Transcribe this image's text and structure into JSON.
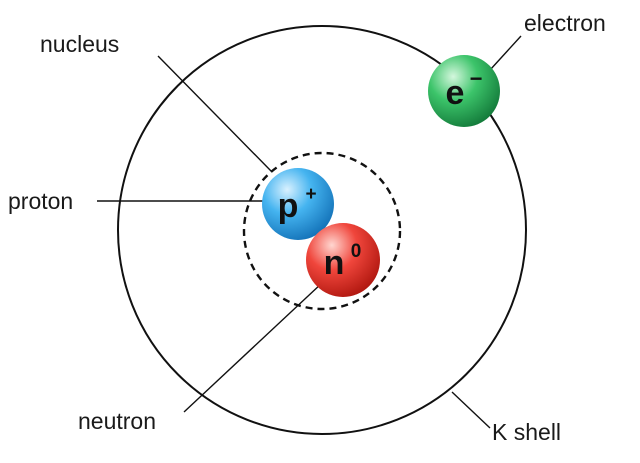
{
  "labels": {
    "nucleus": "nucleus",
    "proton": "proton",
    "neutron": "neutron",
    "electron": "electron",
    "k_shell": "K shell"
  },
  "particles": {
    "proton": {
      "symbol": "p",
      "superscript": "+",
      "color": "#2a9ee0"
    },
    "neutron": {
      "symbol": "n",
      "superscript": "0",
      "color": "#e8332b"
    },
    "electron": {
      "symbol": "e",
      "superscript": "−",
      "color": "#2bb35a"
    }
  },
  "colors": {
    "line": "#111111",
    "background": "#ffffff"
  }
}
